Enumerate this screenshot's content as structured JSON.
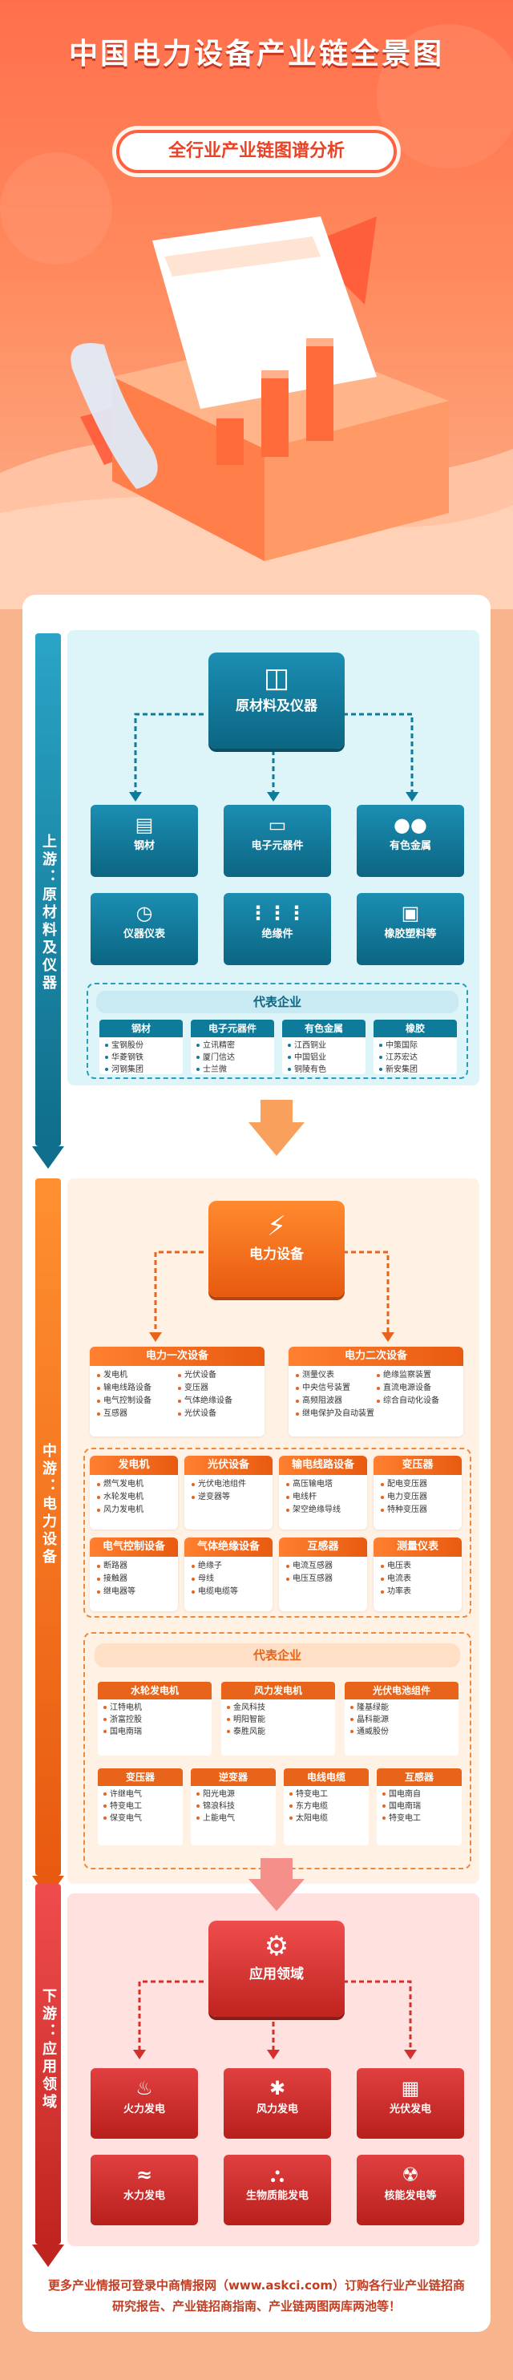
{
  "header": {
    "title": "中国电力设备产业链全景图",
    "subtitle": "全行业产业链图谱分析"
  },
  "colors": {
    "upstream": "#0f7b9b",
    "midstream": "#e8641a",
    "downstream": "#d42f2a",
    "background": "#f8b48c"
  },
  "upstream": {
    "label": "上游：原材料及仪器",
    "hub": {
      "label": "原材料及仪器",
      "icon": "instrument-icon"
    },
    "items": [
      {
        "label": "钢材",
        "icon": "steel-icon"
      },
      {
        "label": "电子元器件",
        "icon": "battery-icon"
      },
      {
        "label": "有色金属",
        "icon": "ore-icon"
      },
      {
        "label": "仪器仪表",
        "icon": "gauge-icon"
      },
      {
        "label": "绝缘件",
        "icon": "insulator-icon"
      },
      {
        "label": "橡胶塑料等",
        "icon": "rubber-icon"
      }
    ],
    "rep_title": "代表企业",
    "reps": [
      {
        "name": "钢材",
        "cos": [
          "宝钢股份",
          "华菱钢铁",
          "河钢集团"
        ]
      },
      {
        "name": "电子元器件",
        "cos": [
          "立讯精密",
          "厦门信达",
          "士兰微"
        ]
      },
      {
        "name": "有色金属",
        "cos": [
          "江西铜业",
          "中国铝业",
          "铜陵有色"
        ]
      },
      {
        "name": "橡胶",
        "cos": [
          "中策国际",
          "江苏宏达",
          "新安集团"
        ]
      }
    ]
  },
  "midstream": {
    "label": "中游：电力设备",
    "hub": {
      "label": "电力设备",
      "icon": "tower-icon"
    },
    "primary": {
      "name": "电力一次设备",
      "col1": [
        "发电机",
        "输电线路设备",
        "电气控制设备",
        "互感器"
      ],
      "col2": [
        "光伏设备",
        "变压器",
        "气体绝缘设备",
        "光伏设备"
      ]
    },
    "secondary": {
      "name": "电力二次设备",
      "col1": [
        "测量仪表",
        "中央信号装置",
        "高频阻波器",
        "继电保护及自动装置"
      ],
      "col2": [
        "绝缘监察装置",
        "直流电源设备",
        "综合自动化设备"
      ]
    },
    "cats": [
      {
        "name": "发电机",
        "items": [
          "燃气发电机",
          "水轮发电机",
          "风力发电机"
        ]
      },
      {
        "name": "光伏设备",
        "items": [
          "光伏电池组件",
          "逆变器等"
        ]
      },
      {
        "name": "输电线路设备",
        "items": [
          "高压输电塔",
          "电线杆",
          "架空绝缘导线"
        ]
      },
      {
        "name": "变压器",
        "items": [
          "配电变压器",
          "电力变压器",
          "特种变压器"
        ]
      },
      {
        "name": "电气控制设备",
        "items": [
          "断路器",
          "接触器",
          "继电器等"
        ]
      },
      {
        "name": "气体绝缘设备",
        "items": [
          "绝缘子",
          "母线",
          "电缆电缆等"
        ]
      },
      {
        "name": "互感器",
        "items": [
          "电流互感器",
          "电压互感器"
        ]
      },
      {
        "name": "测量仪表",
        "items": [
          "电压表",
          "电流表",
          "功率表"
        ]
      }
    ],
    "rep_title": "代表企业",
    "reps_row1": [
      {
        "name": "水轮发电机",
        "cos": [
          "江特电机",
          "浙富控股",
          "国电南瑞"
        ]
      },
      {
        "name": "风力发电机",
        "cos": [
          "金风科技",
          "明阳智能",
          "泰胜风能"
        ]
      },
      {
        "name": "光伏电池组件",
        "cos": [
          "隆基绿能",
          "晶科能源",
          "通威股份"
        ]
      }
    ],
    "reps_row2": [
      {
        "name": "变压器",
        "cos": [
          "许继电气",
          "特变电工",
          "保变电气"
        ]
      },
      {
        "name": "逆变器",
        "cos": [
          "阳光电源",
          "锦浪科技",
          "上能电气"
        ]
      },
      {
        "name": "电线电缆",
        "cos": [
          "特变电工",
          "东方电缆",
          "太阳电缆"
        ]
      },
      {
        "name": "互感器",
        "cos": [
          "国电南自",
          "国电南瑞",
          "特变电工"
        ]
      }
    ]
  },
  "downstream": {
    "label": "下游：应用领域",
    "hub": {
      "label": "应用领域",
      "icon": "factory-icon"
    },
    "items": [
      {
        "label": "火力发电",
        "icon": "fire-icon"
      },
      {
        "label": "风力发电",
        "icon": "wind-icon"
      },
      {
        "label": "光伏发电",
        "icon": "solar-icon"
      },
      {
        "label": "水力发电",
        "icon": "water-icon"
      },
      {
        "label": "生物质能发电",
        "icon": "biomass-icon"
      },
      {
        "label": "核能发电等",
        "icon": "nuclear-icon"
      }
    ]
  },
  "footer": "更多产业情报可登录中商情报网（www.askci.com）订购各行业产业链招商研究报告、产业链招商指南、产业链两图两库两池等！"
}
